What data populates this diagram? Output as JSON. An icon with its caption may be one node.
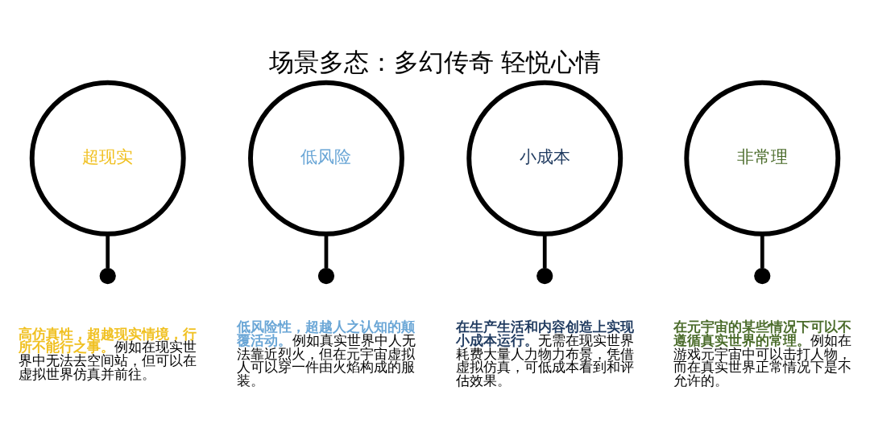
{
  "diagram": {
    "title": "场景多态：多幻传奇 轻悦心情",
    "nodes": [
      {
        "text": [
          "超现实"
        ]
      },
      {
        "text": [
          "低风险"
        ]
      },
      {
        "text": [
          "小成本"
        ]
      },
      {
        "text": [
          "非常理"
        ]
      },
      {
        "text": [],
        "shape": "circle"
      },
      {
        "text": [],
        "shape": "circle"
      },
      {
        "text": [],
        "shape": "circle"
      },
      {
        "text": [],
        "shape": "circle"
      }
    ],
    "edges": [
      {
        "from": 0,
        "to": 4,
        "arrow": "none"
      },
      {
        "from": 1,
        "to": 5,
        "arrow": "none"
      },
      {
        "from": 2,
        "to": 6,
        "arrow": "none"
      },
      {
        "from": 3,
        "to": 7,
        "arrow": "none"
      }
    ],
    "labels": [
      "**高仿真性，超越现实情境，行所不能行之事。**例如在现实世界中无法去空间站，但可以在虚拟世界仿真并前往。",
      "**低风险性，超越人之认知的颠覆活动。**例如真实世界中人无法靠近烈火，但在元宇宙虚拟人可以穿一件由火焰构成的服装。",
      "**在生产生活和内容创造上实现小成本运行。**无需在现实世界耗费大量人力物力布景，凭借虚拟仿真，可低成本看到和评估效果。",
      "**在元宇宙的某些情况下可以不遵循真实世界的常理。**例如在游戏元宇宙中可以击打人物，而在真实世界正常情况下是不允许的。"
    ]
  }
}
